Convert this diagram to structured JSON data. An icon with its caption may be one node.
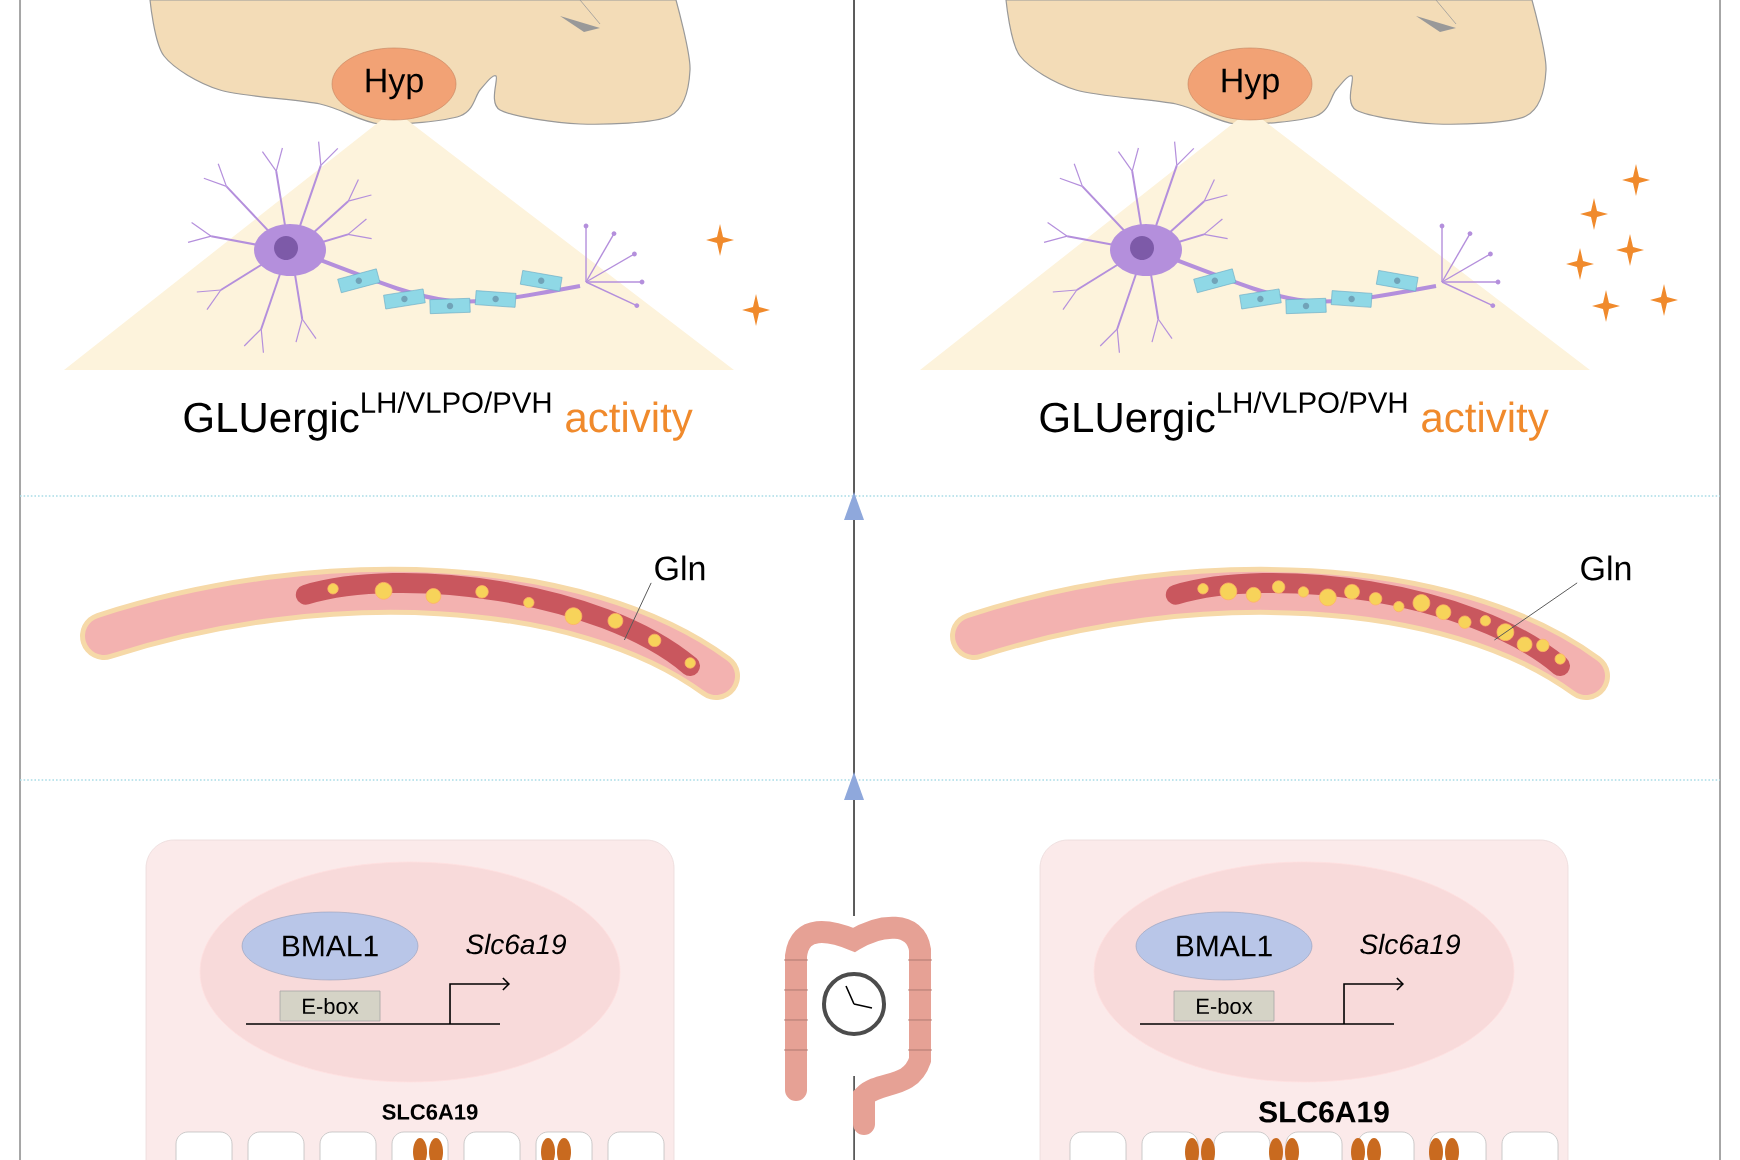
{
  "diagram": {
    "nodes": [
      {
        "text": [
          "Hyp"
        ]
      },
      {
        "text": [
          "Hyp"
        ]
      },
      {
        "text": [
          "Gln"
        ]
      },
      {
        "text": [],
        "shape": "picture"
      },
      {
        "text": [
          "Gln"
        ]
      },
      {
        "text": [],
        "shape": "picture"
      },
      {
        "text": [
          "BMAL1"
        ]
      },
      {
        "text": [
          "E-box"
        ]
      },
      {
        "text": [
          "BMAL1"
        ]
      },
      {
        "text": [
          "E-box"
        ]
      }
    ],
    "edges": [
      {
        "from": 2,
        "to": 3,
        "arrow": "none"
      },
      {
        "from": 4,
        "to": 5,
        "arrow": "none"
      }
    ],
    "labels": [
      "\\text{GLUergic}^{\\text{LH/VLPO/PVH}}",
      "activity",
      "\\text{GLUergic}^{\\text{LH/VLPO/PVH}}",
      "activity",
      "Slc6a19",
      "SLC6A19",
      "Slc6a19",
      "SLC6A19"
    ]
  }
}
